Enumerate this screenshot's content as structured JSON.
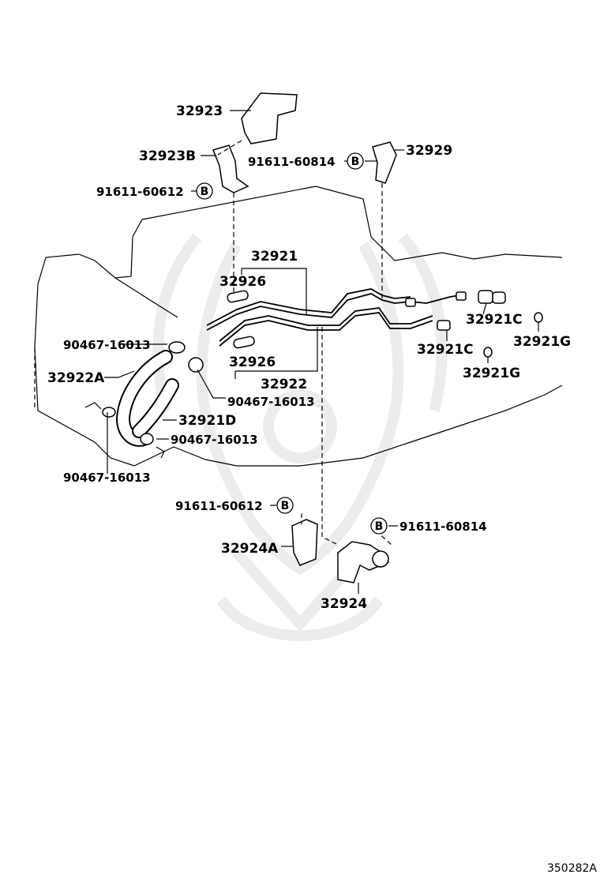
{
  "labels": {
    "p32923": "32923",
    "p32923B": "32923B",
    "p91611_60612_top": "91611-60612",
    "p91611_60814_top": "91611-60814",
    "p32929": "32929",
    "p32921": "32921",
    "p32926_top": "32926",
    "p90467_16013_a": "90467-16013",
    "p32922A": "32922A",
    "p32926_bottom": "32926",
    "p32922": "32922",
    "p90467_16013_b": "90467-16013",
    "p32921D": "32921D",
    "p90467_16013_c": "90467-16013",
    "p90467_16013_d": "90467-16013",
    "p32921C_right": "32921C",
    "p32921G_right": "32921G",
    "p32921C_mid": "32921C",
    "p32921G_mid": "32921G",
    "p91611_60612_bottom": "91611-60612",
    "p91611_60814_bottom": "91611-60814",
    "p32924A": "32924A",
    "p32924": "32924"
  },
  "badges": {
    "b1": "B",
    "b2": "B",
    "b3": "B",
    "b4": "B"
  },
  "footer": {
    "reference": "350282A"
  }
}
